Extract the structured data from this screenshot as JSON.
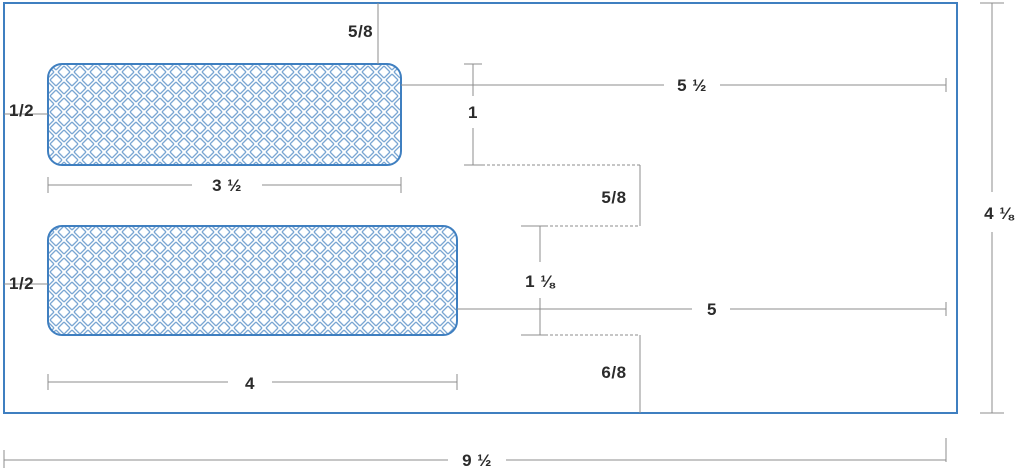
{
  "colors": {
    "outline": "#3f7fc0",
    "pattern_light": "#ffffff",
    "pattern_dark": "#7aa6d3",
    "dimension_line": "#8c8c8c",
    "text": "#2b2b2b"
  },
  "labels": {
    "top_margin": "5/8",
    "window1_left_margin": "1/2",
    "window1_width": "3 ½",
    "window1_height": "1",
    "window1_right_offset": "5 ½",
    "gap_between_windows": "5/8",
    "window2_left_margin": "1/2",
    "window2_width": "4",
    "window2_height": "1 ⅛",
    "window2_right_offset": "5",
    "bottom_margin": "6/8",
    "envelope_height": "4 ⅛",
    "envelope_width": "9 ½"
  }
}
